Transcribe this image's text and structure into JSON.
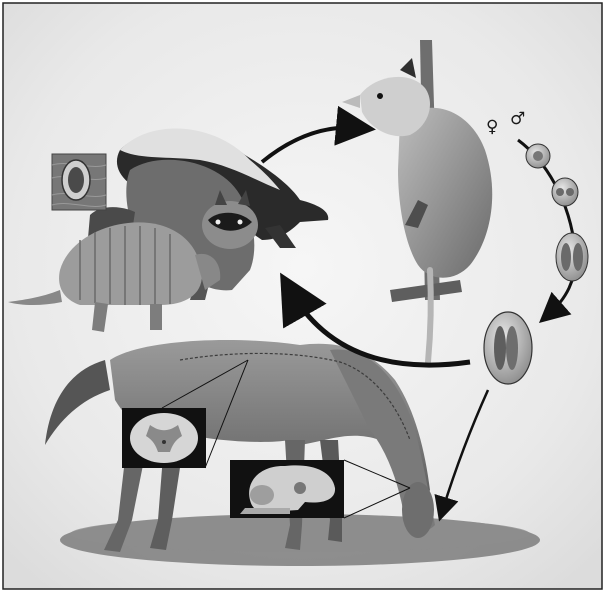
{
  "diagram": {
    "symbols": {
      "female": "♀",
      "male": "♂"
    },
    "theme": {
      "background": "#ececec",
      "ink": "#111111",
      "mid_gray": "#8a8a8a",
      "light_gray": "#c8c8c8"
    },
    "organisms": [
      "opossum",
      "skunk",
      "raccoon",
      "armadillo",
      "horse"
    ],
    "lifecycle_stages": [
      "unsporulated-oocyst",
      "sporulating-oocyst",
      "sporulated-oocyst",
      "sporocyst"
    ]
  }
}
